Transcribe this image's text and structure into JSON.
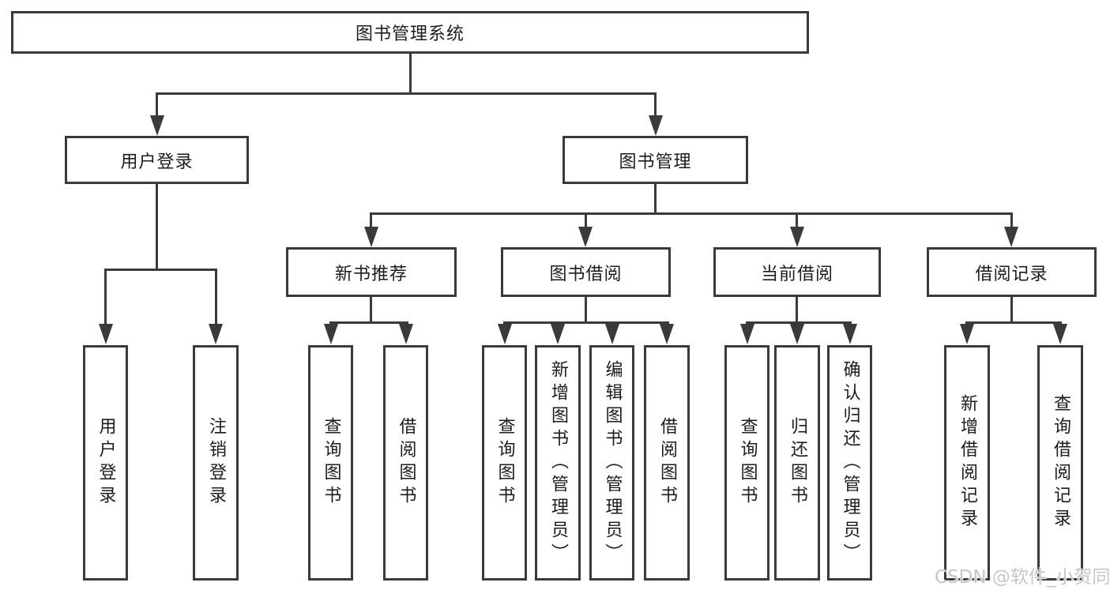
{
  "colors": {
    "line": "#3a3a3a",
    "text": "#1c1c1c",
    "watermark": "#c6c6c6",
    "background": "#ffffff"
  },
  "tree": {
    "root": {
      "label": "图书管理系统"
    },
    "branches": [
      {
        "label": "用户登录",
        "children": [
          {
            "label": "用户登录"
          },
          {
            "label": "注销登录"
          }
        ]
      },
      {
        "label": "图书管理",
        "children": [
          {
            "label": "新书推荐",
            "children": [
              {
                "label": "查询图书"
              },
              {
                "label": "借阅图书"
              }
            ]
          },
          {
            "label": "图书借阅",
            "children": [
              {
                "label": "查询图书"
              },
              {
                "label": "新增图书（管理员）"
              },
              {
                "label": "编辑图书（管理员）"
              },
              {
                "label": "借阅图书"
              }
            ]
          },
          {
            "label": "当前借阅",
            "children": [
              {
                "label": "查询图书"
              },
              {
                "label": "归还图书"
              },
              {
                "label": "确认归还（管理员）"
              }
            ]
          },
          {
            "label": "借阅记录",
            "children": [
              {
                "label": "新增借阅记录"
              },
              {
                "label": "查询借阅记录"
              }
            ]
          }
        ]
      }
    ]
  },
  "watermark": {
    "label": "CSDN @软件_小贺同学"
  }
}
